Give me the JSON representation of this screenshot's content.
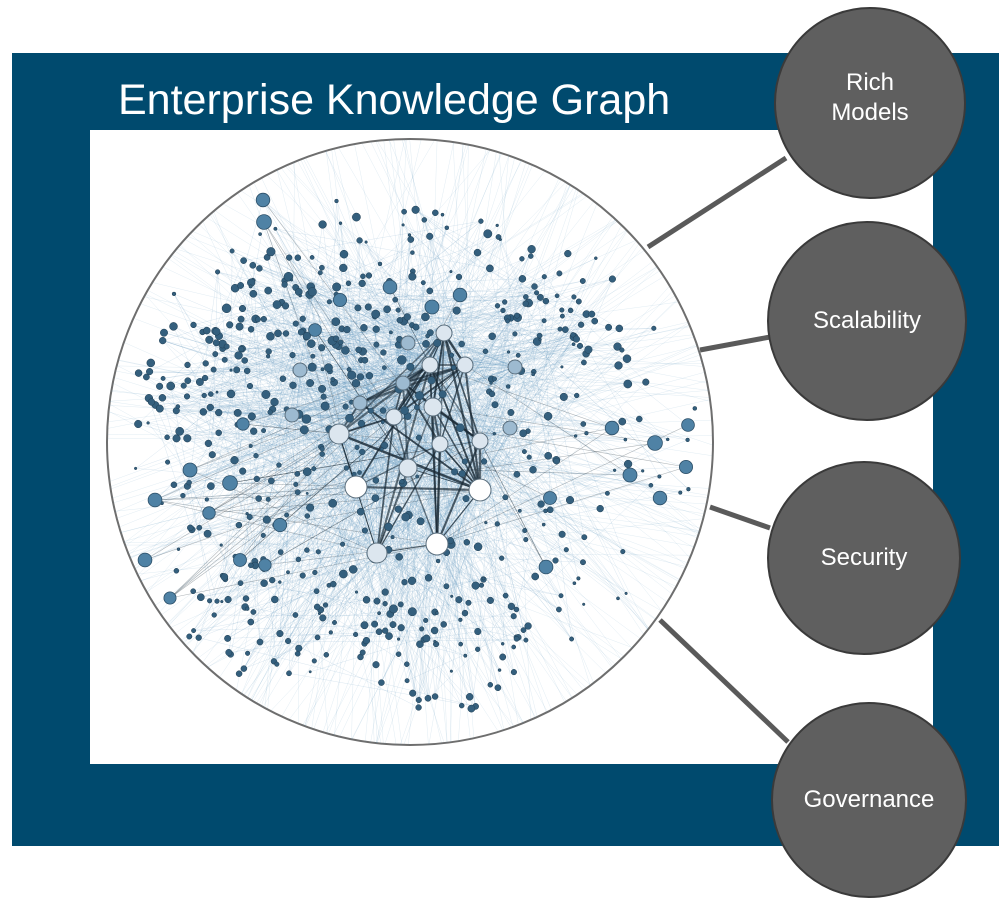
{
  "diagram": {
    "title": "Enterprise Knowledge Graph",
    "colors": {
      "frame": "#004a6e",
      "panel": "#ffffff",
      "edge_light": "#5b93bb",
      "edge_core": "#1a2a36",
      "node_fill": "#4f82a5",
      "node_core": "#dce6ef",
      "pillar_fill": "#5f5f5f",
      "pillar_border": "#3a3a3a",
      "connector": "#5a5a5a"
    },
    "pillars": [
      {
        "id": "rich-models",
        "label_lines": [
          "Rich",
          "Models"
        ]
      },
      {
        "id": "scalability",
        "label_lines": [
          "Scalability"
        ]
      },
      {
        "id": "security",
        "label_lines": [
          "Security"
        ]
      },
      {
        "id": "governance",
        "label_lines": [
          "Governance"
        ]
      }
    ]
  }
}
